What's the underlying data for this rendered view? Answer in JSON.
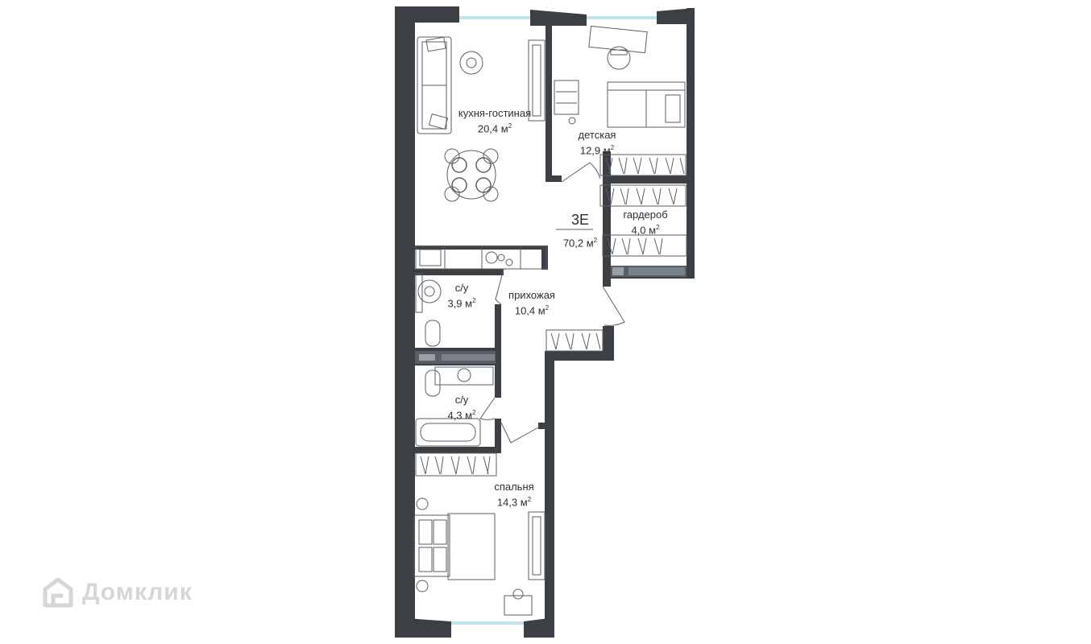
{
  "apartment": {
    "type": "3E",
    "area_value": "70,2",
    "unit": "м"
  },
  "rooms": [
    {
      "name": "кухня-гостиная",
      "area": "20,4 м"
    },
    {
      "name": "детская",
      "area": "12,9 м"
    },
    {
      "name": "гардероб",
      "area": "4,0 м"
    },
    {
      "name": "с/у",
      "area": "3,9 м"
    },
    {
      "name": "прихожая",
      "area": "10,4 м"
    },
    {
      "name": "с/у",
      "area": "4,3 м"
    },
    {
      "name": "спальня",
      "area": "14,3 м"
    }
  ],
  "watermark": {
    "text": "Домклик"
  },
  "colors": {
    "wall": "#3c4045",
    "line": "#5a5f66",
    "window": "#bfe2ee",
    "accent": "#2b2f35",
    "watermark": "#d4d6d9"
  }
}
